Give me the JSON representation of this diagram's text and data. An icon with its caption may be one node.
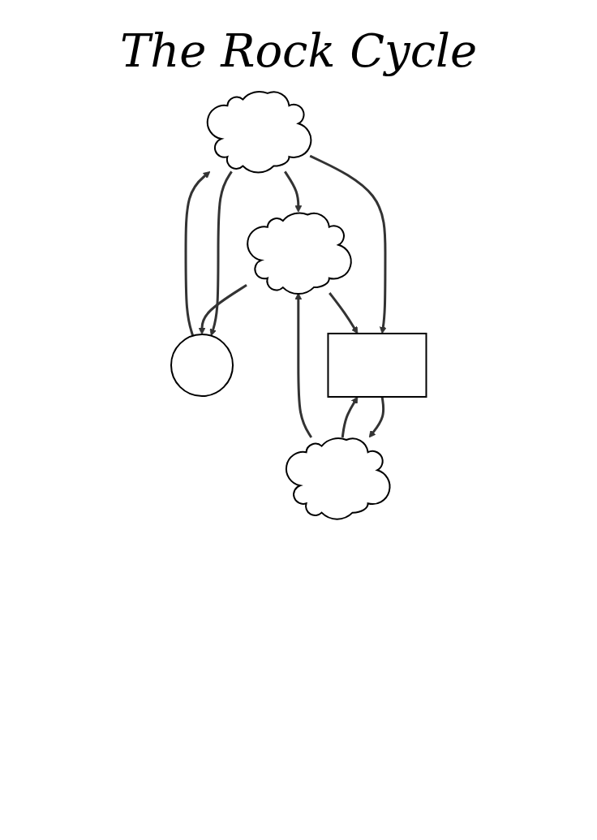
{
  "diagram": {
    "title": "The Rock Cycle",
    "nodes": [
      {
        "text": [],
        "shape": "cloud"
      },
      {
        "text": [],
        "shape": "circle"
      },
      {
        "text": [],
        "shape": "box"
      },
      {
        "text": [],
        "shape": "cloud"
      },
      {
        "text": [],
        "shape": "cloud"
      }
    ],
    "edges": [
      {
        "from": 1,
        "to": 0,
        "arrow": "to"
      },
      {
        "from": 0,
        "to": 1,
        "arrow": "to"
      },
      {
        "from": 0,
        "to": 3,
        "arrow": "to"
      },
      {
        "from": 0,
        "to": 2,
        "arrow": "to"
      },
      {
        "from": 3,
        "to": 2,
        "arrow": "to"
      },
      {
        "from": 3,
        "to": 1,
        "arrow": "to"
      },
      {
        "from": 2,
        "to": 4,
        "arrow": "to"
      },
      {
        "from": 4,
        "to": 2,
        "arrow": "to"
      },
      {
        "from": 4,
        "to": 3,
        "arrow": "to"
      }
    ]
  }
}
